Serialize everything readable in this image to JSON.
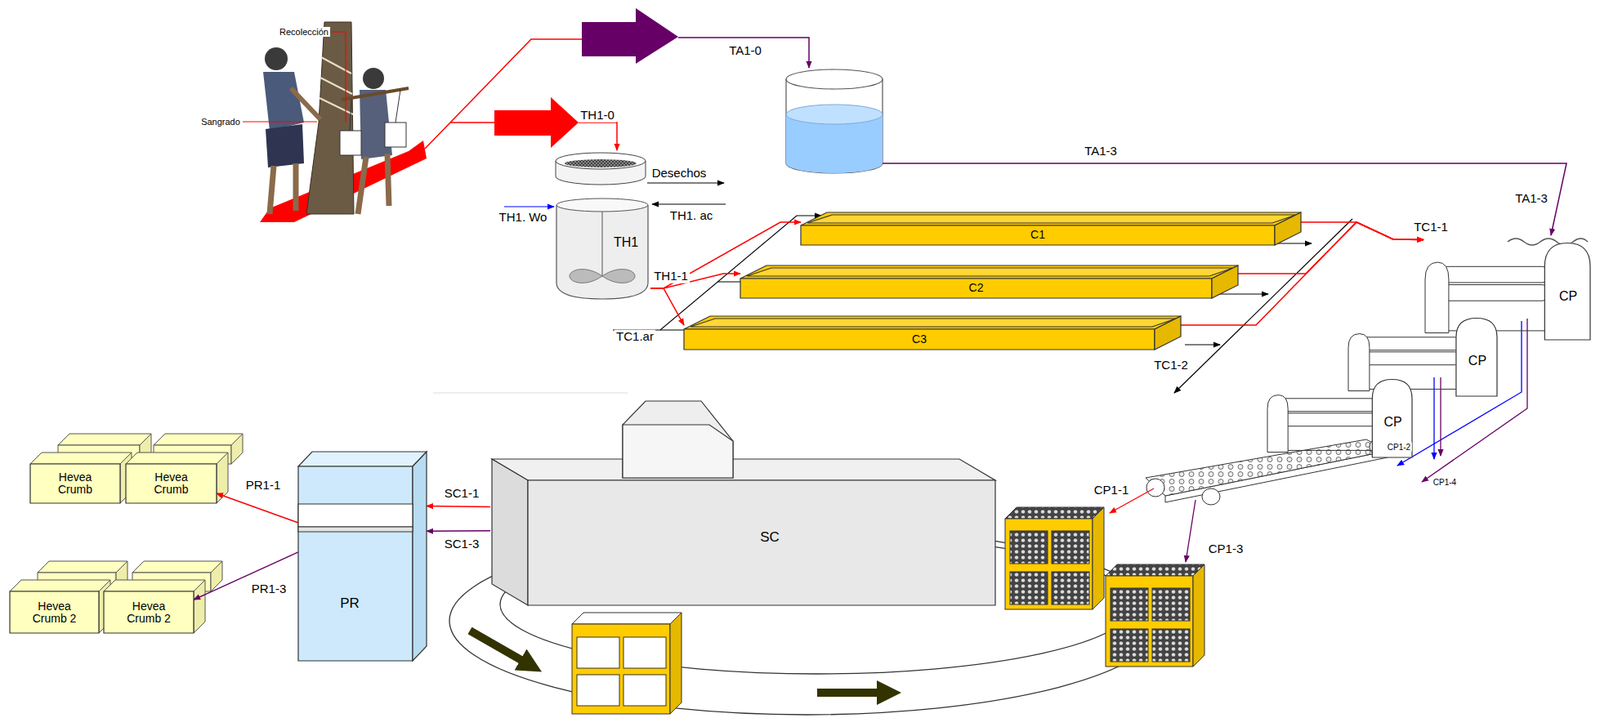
{
  "diagram": {
    "nodes": [
      {
        "text": [
          "TH1"
        ]
      },
      {
        "text": [
          "C1"
        ]
      },
      {
        "text": [
          "C2"
        ]
      },
      {
        "text": [
          "C3"
        ]
      },
      {
        "text": [
          "CP"
        ]
      },
      {
        "text": [
          "CP"
        ]
      },
      {
        "text": [
          "CP"
        ]
      },
      {
        "text": [
          "SC"
        ]
      },
      {
        "text": [
          "PR"
        ]
      },
      {
        "text": [
          "Hevea Crumb"
        ]
      },
      {
        "text": [
          "Hevea Crumb"
        ]
      },
      {
        "text": [
          "Hevea Crumb 2"
        ]
      },
      {
        "text": [
          "Hevea Crumb 2"
        ]
      }
    ],
    "edges": [
      {
        "from": 0,
        "to": 1,
        "arrow": "to"
      },
      {
        "from": 0,
        "to": 2,
        "arrow": "to"
      },
      {
        "from": 0,
        "to": 3,
        "arrow": "to"
      },
      {
        "from": 1,
        "to": 4,
        "arrow": "to"
      },
      {
        "from": 2,
        "to": 4,
        "arrow": "to"
      },
      {
        "from": 3,
        "to": 4,
        "arrow": "to"
      },
      {
        "from": 7,
        "to": 8,
        "label": "SC1-1",
        "arrow": "to"
      },
      {
        "from": 7,
        "to": 8,
        "label": "SC1-3",
        "arrow": "to"
      },
      {
        "from": 8,
        "to": 10,
        "label": "PR1-1",
        "arrow": "to"
      },
      {
        "from": 8,
        "to": 12,
        "label": "PR1-3",
        "arrow": "to"
      }
    ],
    "labels": [
      "Recolección",
      "Sangrado",
      "TA1-0",
      "TH1-0",
      "Desechos",
      "TH1. Wo",
      "TH1. ac",
      "TH1-1",
      "TC1.ar",
      "TA1-3",
      "TA1-3",
      "TC1-1",
      "TC1-2",
      "CP1-2",
      "CP1-4",
      "CP1-1",
      "CP1-3"
    ]
  }
}
